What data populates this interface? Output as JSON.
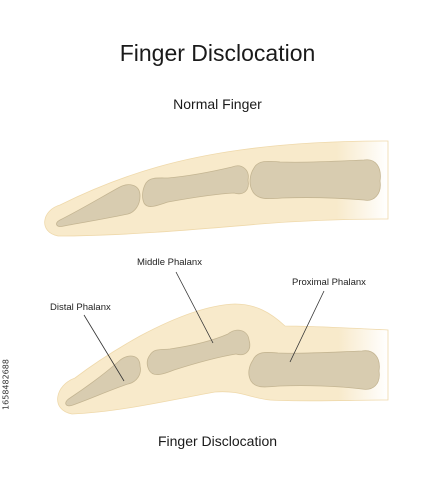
{
  "title": "Finger Disclocation",
  "normal": {
    "caption": "Normal Finger"
  },
  "dislocated": {
    "caption": "Finger Disclocation"
  },
  "labels": {
    "middle": "Middle Phalanx",
    "distal": "Distal Phalanx",
    "proximal": "Proximal Phalanx"
  },
  "side_text": "1658482688",
  "colors": {
    "skin": "#f8eacb",
    "skin_edge": "#efd9ab",
    "bone": "#d8ccb0",
    "bone_edge": "#c4b592",
    "line": "#333333"
  }
}
